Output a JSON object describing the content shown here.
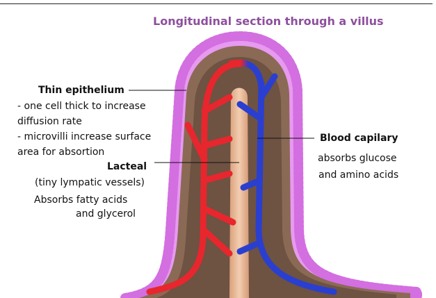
{
  "title": "Longitudinal section through a villus",
  "labels": {
    "thin_epithelium": {
      "heading": "Thin epithelium",
      "lines": [
        "- one cell thick to increase",
        "diffusion rate",
        "- microvilli increase surface",
        "area for absortion"
      ]
    },
    "lacteal": {
      "heading": "Lacteal",
      "lines": [
        "(tiny lympatic vessels)",
        "Absorbs fatty acids",
        "and glycerol"
      ]
    },
    "blood_capillary": {
      "heading": "Blood capilary",
      "lines": [
        "absorbs glucose",
        "and amino acids"
      ]
    }
  },
  "colors": {
    "title": "#8e4f9e",
    "epithelium": "#e07fe8",
    "tissue": "#8a6a55",
    "artery": "#e8262e",
    "vein": "#2a3fd0",
    "lacteal": "#e9b896"
  }
}
